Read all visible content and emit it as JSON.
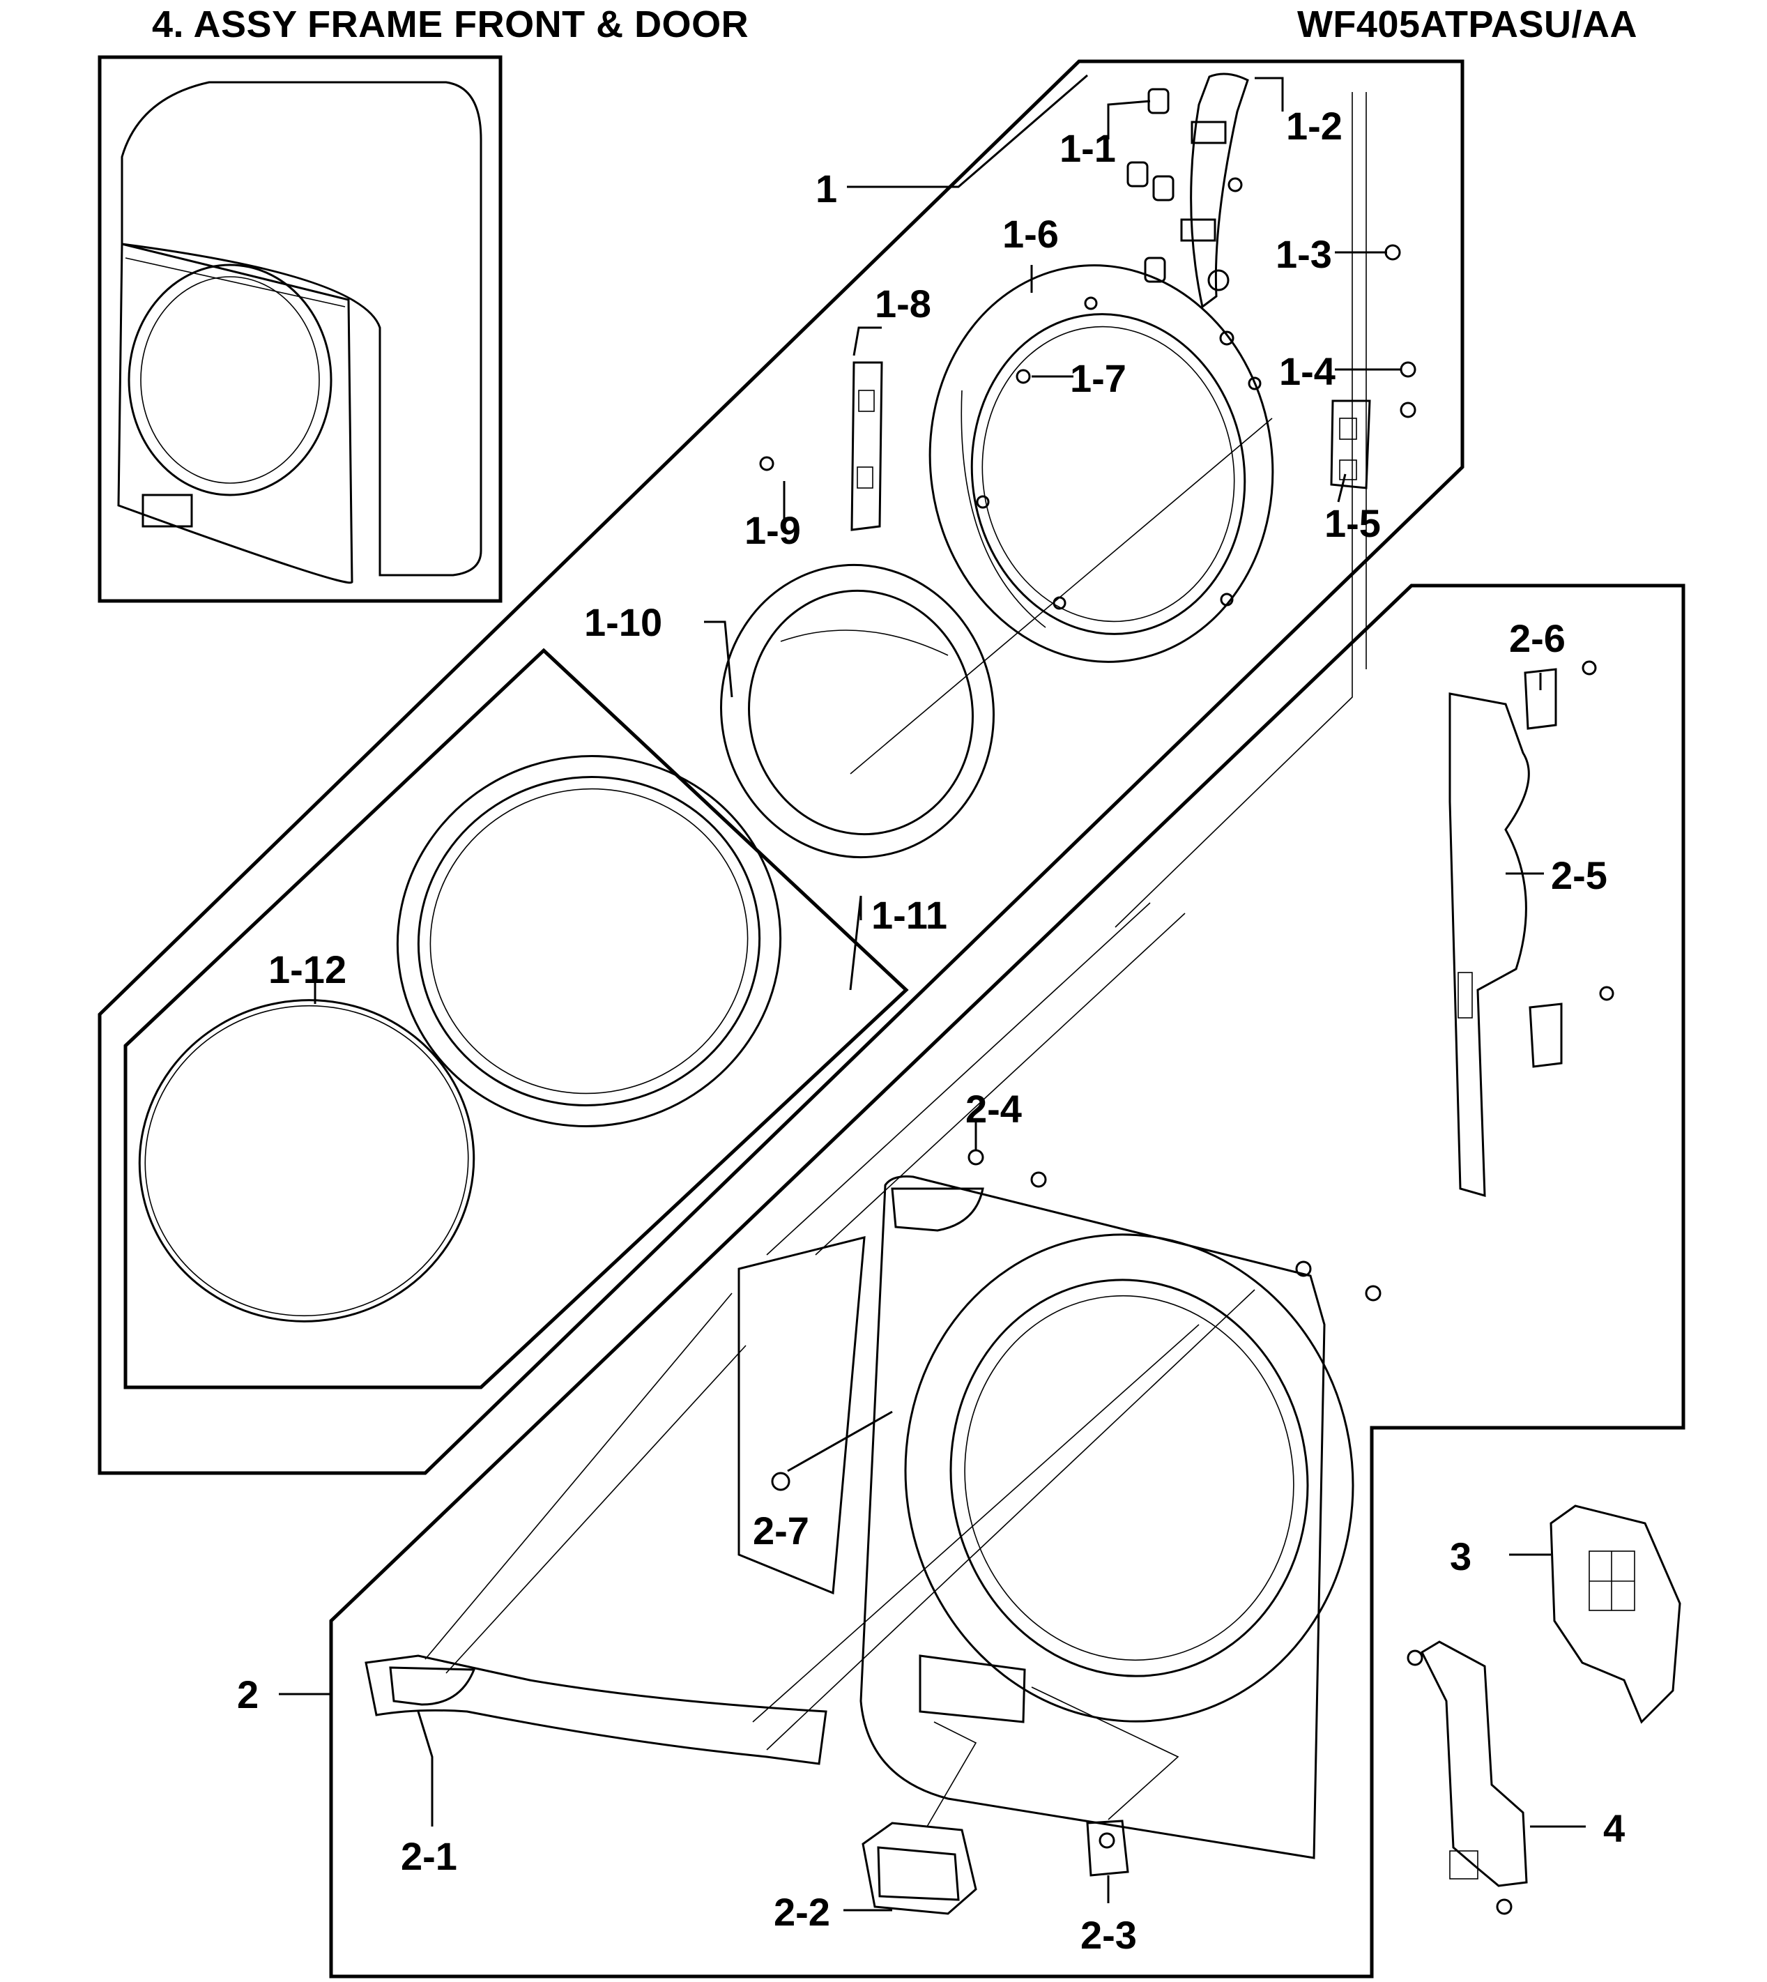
{
  "header": {
    "section_title": "4. ASSY FRAME FRONT & DOOR",
    "model_number": "WF405ATPASU/AA"
  },
  "callouts": {
    "c1": "1",
    "c1_1": "1-1",
    "c1_2": "1-2",
    "c1_3": "1-3",
    "c1_4": "1-4",
    "c1_5": "1-5",
    "c1_6": "1-6",
    "c1_7": "1-7",
    "c1_8": "1-8",
    "c1_9": "1-9",
    "c1_10": "1-10",
    "c1_11": "1-11",
    "c1_12": "1-12",
    "c2": "2",
    "c2_1": "2-1",
    "c2_2": "2-2",
    "c2_3": "2-3",
    "c2_4": "2-4",
    "c2_5": "2-5",
    "c2_6": "2-6",
    "c2_7": "2-7",
    "c3": "3",
    "c4": "4"
  },
  "colors": {
    "ink": "#000000",
    "paper": "#ffffff",
    "part_fill": "#f6f6f6"
  }
}
